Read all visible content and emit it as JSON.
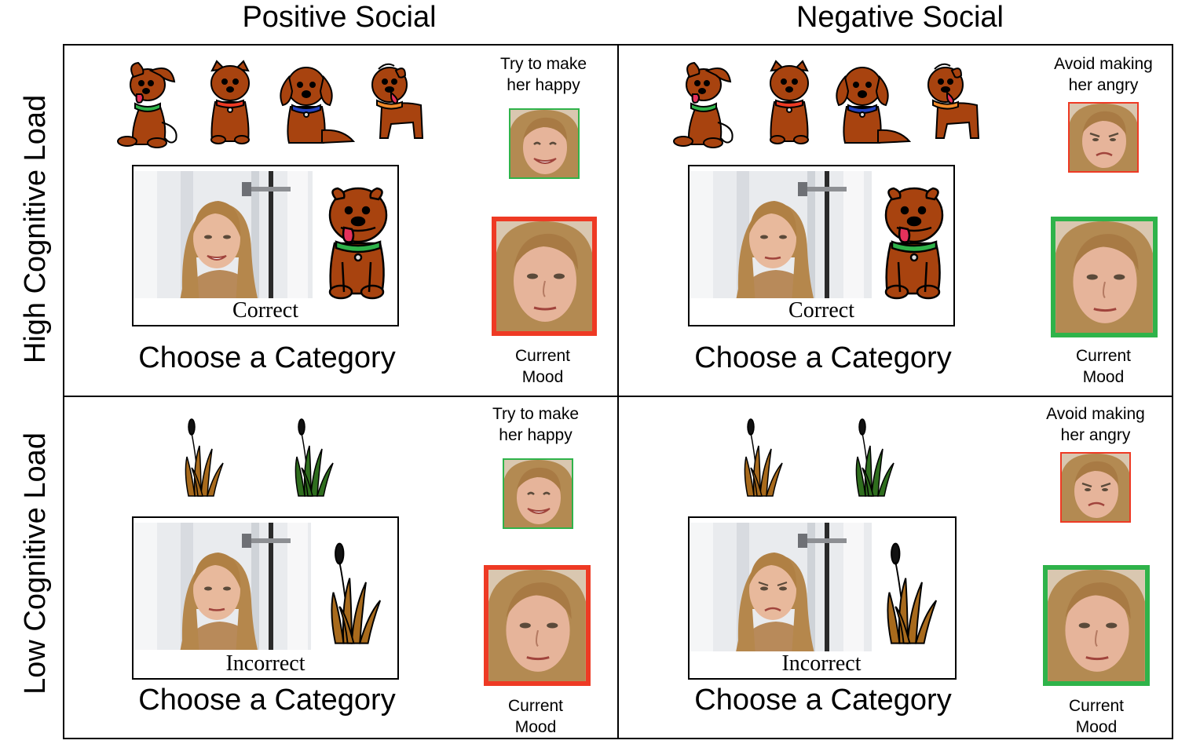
{
  "columns": [
    "Positive Social",
    "Negative Social"
  ],
  "rows": [
    "High Cognitive Load",
    "Low Cognitive Load"
  ],
  "prompt": "Choose a Category",
  "mood_label_line1": "Current",
  "mood_label_line2": "Mood",
  "colors": {
    "green": "#2fb34a",
    "red": "#ee3a24",
    "dog": "#a8430f",
    "reed_brown": "#a86a1c",
    "reed_green": "#2f6e1e"
  },
  "panels": {
    "pos_high": {
      "goal_line1": "Try to make",
      "goal_line2": "her happy",
      "feedback": "Correct",
      "stimuli": "dog-icons",
      "goal_face": "happy-face",
      "goal_border": "green",
      "mood_border": "red"
    },
    "neg_high": {
      "goal_line1": "Avoid making",
      "goal_line2": "her angry",
      "feedback": "Correct",
      "stimuli": "dog-icons",
      "goal_face": "angry-face",
      "goal_border": "red",
      "mood_border": "green"
    },
    "pos_low": {
      "goal_line1": "Try to make",
      "goal_line2": "her happy",
      "feedback": "Incorrect",
      "stimuli": "reed-icons",
      "goal_face": "happy-face",
      "goal_border": "green",
      "mood_border": "red"
    },
    "neg_low": {
      "goal_line1": "Avoid making",
      "goal_line2": "her angry",
      "feedback": "Incorrect",
      "stimuli": "reed-icons",
      "goal_face": "angry-face",
      "goal_border": "red",
      "mood_border": "green"
    }
  }
}
